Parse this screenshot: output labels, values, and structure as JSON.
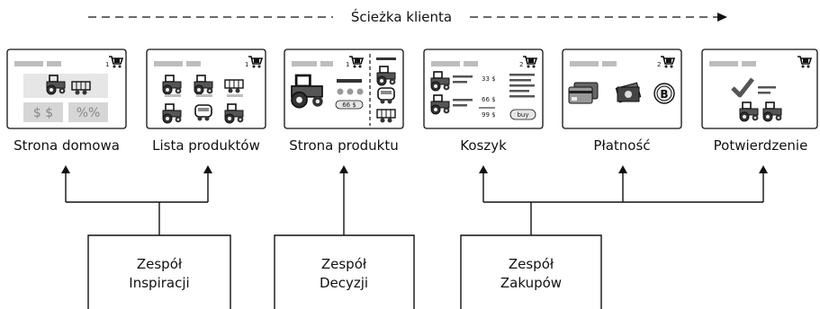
{
  "journey_label": "Ścieżka klienta",
  "stages": [
    {
      "id": "home",
      "caption": "Strona domowa",
      "cart_count": "1",
      "price_tags": [
        "$ $",
        "%%"
      ]
    },
    {
      "id": "list",
      "caption": "Lista produktów",
      "cart_count": "1"
    },
    {
      "id": "product",
      "caption": "Strona produktu",
      "cart_count": "1",
      "price": "66 $"
    },
    {
      "id": "cart",
      "caption": "Koszyk",
      "cart_count": "2",
      "prices": [
        "33 $",
        "66 $",
        "99 $"
      ],
      "buy_label": "buy"
    },
    {
      "id": "payment",
      "caption": "Płatność",
      "cart_count": "2"
    },
    {
      "id": "confirm",
      "caption": "Potwierdzenie",
      "cart_count": ""
    }
  ],
  "teams": [
    {
      "id": "inspiration",
      "line1": "Zespół",
      "line2": "Inspiracji"
    },
    {
      "id": "decision",
      "line1": "Zespół",
      "line2": "Decyzji"
    },
    {
      "id": "purchase",
      "line1": "Zespół",
      "line2": "Zakupów"
    }
  ],
  "icons": [
    "cart-icon",
    "tractor-icon",
    "trailer-icon",
    "bus-icon",
    "credit-card-icon",
    "cash-icon",
    "bitcoin-icon",
    "checkmark-icon"
  ],
  "colors": {
    "line": "#111111",
    "placeholder": "#bdbdbd",
    "panel": "#e6e6e6",
    "text": "#111111"
  }
}
